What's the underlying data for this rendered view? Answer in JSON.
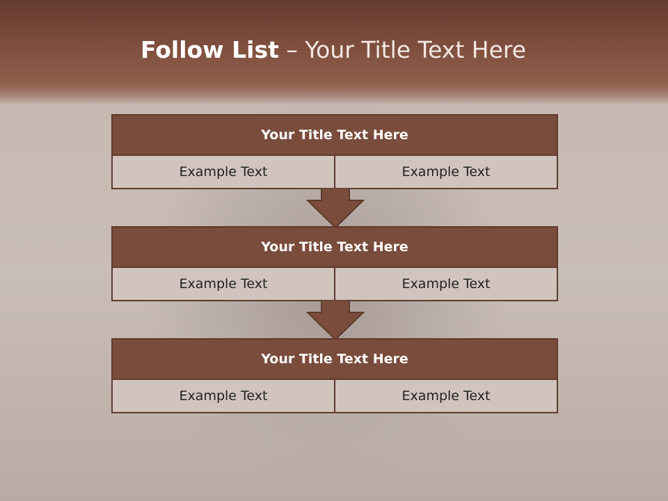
{
  "slide": {
    "title_bold": "Follow List",
    "title_separator": "  – ",
    "title_rest": "Your Title Text Here"
  },
  "steps": [
    {
      "title": "Your Title Text Here",
      "left": "Example Text",
      "right": "Example Text"
    },
    {
      "title": "Your Title Text Here",
      "left": "Example Text",
      "right": "Example Text"
    },
    {
      "title": "Your Title Text Here",
      "left": "Example Text",
      "right": "Example Text"
    }
  ],
  "colors": {
    "header_brown": "#7a4c3c",
    "cell_fill": "#d1c4bf",
    "border": "#5e3a2c"
  }
}
